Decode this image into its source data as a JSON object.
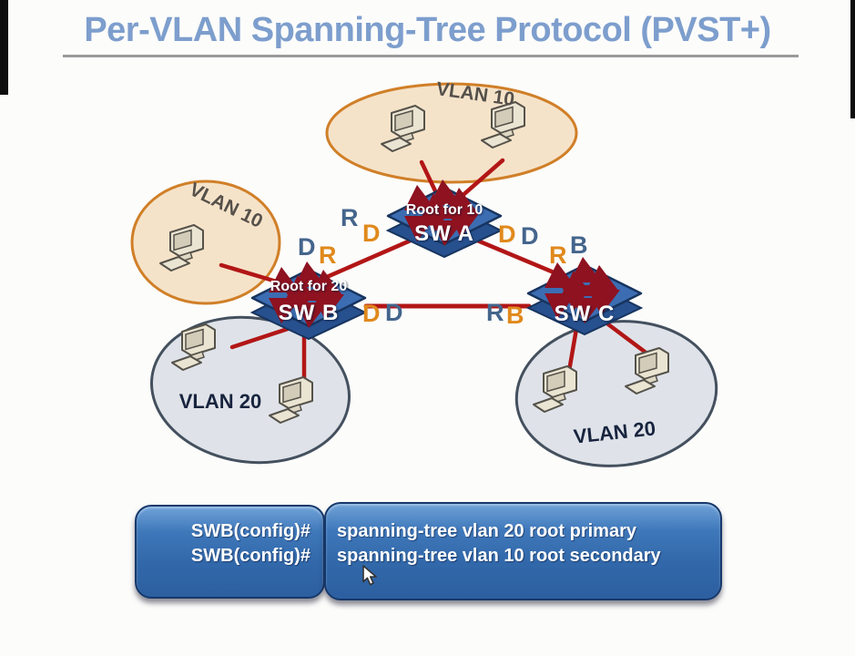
{
  "title": "Per-VLAN Spanning-Tree Protocol (PVST+)",
  "diagram": {
    "vlan_groups": [
      {
        "label": "VLAN 10",
        "position": "top",
        "workstations": 2
      },
      {
        "label": "VLAN 10",
        "position": "left",
        "workstations": 1
      },
      {
        "label": "VLAN 20",
        "position": "bottom-left",
        "workstations": 2
      },
      {
        "label": "VLAN 20",
        "position": "bottom-right",
        "workstations": 2
      }
    ],
    "switches": [
      {
        "name": "SW A",
        "caption": "Root for 10"
      },
      {
        "name": "SW B",
        "caption": "Root for 20"
      },
      {
        "name": "SW C",
        "caption": ""
      }
    ],
    "port_labels": [
      {
        "letter": "R",
        "color": "#44658c",
        "link": "SWA-SWB",
        "end": "SWA"
      },
      {
        "letter": "D",
        "color": "#e0891c",
        "link": "SWA-SWB",
        "end": "SWA"
      },
      {
        "letter": "D",
        "color": "#44658c",
        "link": "SWA-SWB",
        "end": "SWB"
      },
      {
        "letter": "R",
        "color": "#e0891c",
        "link": "SWA-SWB",
        "end": "SWB"
      },
      {
        "letter": "D",
        "color": "#e0891c",
        "link": "SWA-SWC",
        "end": "SWA"
      },
      {
        "letter": "D",
        "color": "#44658c",
        "link": "SWA-SWC",
        "end": "SWA"
      },
      {
        "letter": "B",
        "color": "#44658c",
        "link": "SWA-SWC",
        "end": "SWC"
      },
      {
        "letter": "R",
        "color": "#e0891c",
        "link": "SWA-SWC",
        "end": "SWC"
      },
      {
        "letter": "D",
        "color": "#e0891c",
        "link": "SWB-SWC",
        "end": "SWB"
      },
      {
        "letter": "D",
        "color": "#44658c",
        "link": "SWB-SWC",
        "end": "SWB"
      },
      {
        "letter": "R",
        "color": "#44658c",
        "link": "SWB-SWC",
        "end": "SWC"
      },
      {
        "letter": "B",
        "color": "#e0891c",
        "link": "SWB-SWC",
        "end": "SWC"
      }
    ]
  },
  "cli": {
    "prompt_box": [
      "SWB(config)#",
      "SWB(config)#"
    ],
    "command_box": [
      "spanning-tree vlan 20 root primary",
      "spanning-tree vlan 10 root secondary"
    ]
  },
  "icons": {
    "workstation": "desktop-computer-icon",
    "switch": "cisco-switch-3d-icon",
    "cursor": "mouse-cursor-icon"
  },
  "colors": {
    "title": "#7d9ecd",
    "link_line": "#b21616",
    "vlan10_fill": "#f5e3c9",
    "vlan10_stroke": "#d07f28",
    "vlan20_fill": "#dfe3e9",
    "vlan20_stroke": "#44505e",
    "role_blue": "#44658c",
    "role_orange": "#e0891c",
    "cli_box_blue": "#3269ab"
  }
}
